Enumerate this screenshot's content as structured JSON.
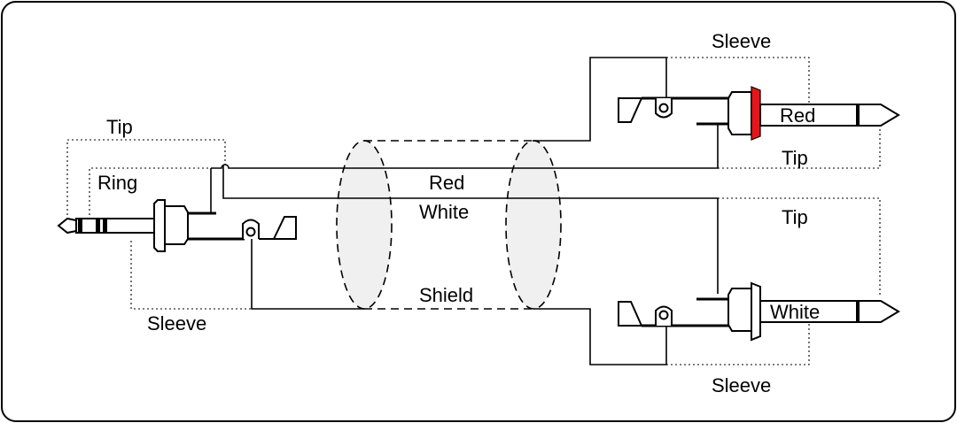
{
  "labels": {
    "left_tip": "Tip",
    "left_ring": "Ring",
    "left_sleeve": "Sleeve",
    "cable_red": "Red",
    "cable_white": "White",
    "cable_shield": "Shield",
    "top_sleeve": "Sleeve",
    "top_red": "Red",
    "top_tip": "Tip",
    "bottom_tip": "Tip",
    "bottom_white": "White",
    "bottom_sleeve": "Sleeve"
  },
  "colors": {
    "red_collar": "#e8141b",
    "shield_fill": "#f0f0f0"
  },
  "icons": {
    "left_connector": "trs-plug-icon",
    "top_connector": "ts-plug-icon",
    "bottom_connector": "ts-plug-icon"
  }
}
